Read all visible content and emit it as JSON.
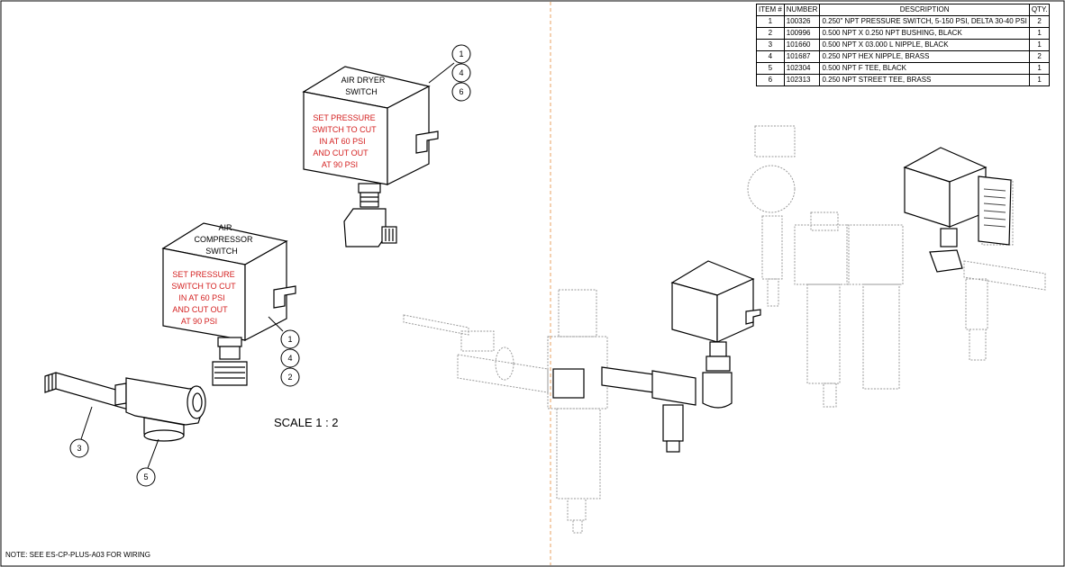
{
  "bom": {
    "headers": {
      "item": "ITEM #",
      "number": "NUMBER",
      "description": "DESCRIPTION",
      "qty": "QTY."
    },
    "rows": [
      {
        "item": "1",
        "number": "100326",
        "description": "0.250\" NPT PRESSURE SWITCH, 5-150 PSI, DELTA 30-40 PSI",
        "qty": "2"
      },
      {
        "item": "2",
        "number": "100996",
        "description": "0.500 NPT X 0.250 NPT BUSHING, BLACK",
        "qty": "1"
      },
      {
        "item": "3",
        "number": "101660",
        "description": "0.500 NPT X 03.000 L NIPPLE, BLACK",
        "qty": "1"
      },
      {
        "item": "4",
        "number": "101687",
        "description": "0.250 NPT HEX NIPPLE, BRASS",
        "qty": "2"
      },
      {
        "item": "5",
        "number": "102304",
        "description": "0.500 NPT F TEE, BLACK",
        "qty": "1"
      },
      {
        "item": "6",
        "number": "102313",
        "description": "0.250 NPT STREET TEE, BRASS",
        "qty": "1"
      }
    ]
  },
  "dryer_switch": {
    "title": [
      "AIR DRYER",
      "SWITCH"
    ],
    "instructions": [
      "SET PRESSURE",
      "SWITCH TO CUT",
      "IN AT 60 PSI",
      "AND CUT OUT",
      "AT 90 PSI"
    ],
    "balloons": [
      "1",
      "4",
      "6"
    ]
  },
  "compressor_switch": {
    "title": [
      "AIR",
      "COMPRESSOR",
      "SWITCH"
    ],
    "instructions": [
      "SET PRESSURE",
      "SWITCH TO CUT",
      "IN AT 60 PSI",
      "AND CUT OUT",
      "AT 90 PSI"
    ],
    "balloons": [
      "1",
      "4",
      "2"
    ]
  },
  "nipple_balloon": "3",
  "tee_balloon": "5",
  "scale": "SCALE 1 : 2",
  "note": "NOTE: SEE ES-CP-PLUS-A03 FOR WIRING",
  "colors": {
    "line": "#000000",
    "instruction_text": "#d42020",
    "divider": "#e8a060",
    "ghost": "#9a9a9a"
  }
}
